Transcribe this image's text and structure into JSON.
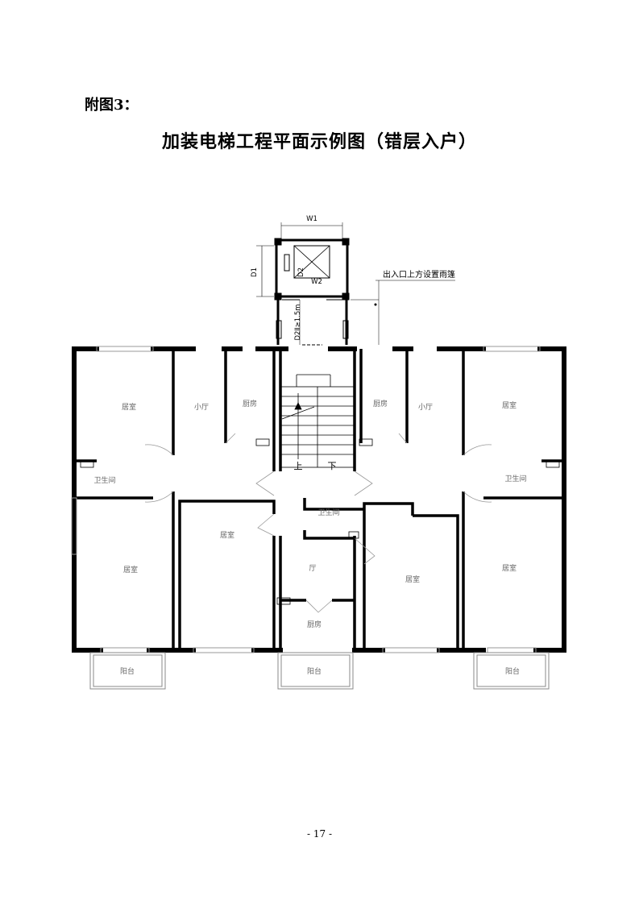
{
  "appendix_label": "附图3：",
  "title": "加装电梯工程平面示例图（错层入户）",
  "page_number": "- 17 -",
  "elevator": {
    "dim_w1": "W1",
    "dim_w2": "W2",
    "dim_d1": "D1",
    "dim_d2": "D2",
    "dim_depth": "D2Ⅱ≥1.5m",
    "canopy_note": "出入口上方设置雨篷"
  },
  "stair": {
    "up": "上",
    "down": "下"
  },
  "rooms": {
    "bedroom": "居室",
    "small_hall": "小厅",
    "kitchen": "厨房",
    "bathroom": "卫生间",
    "hall": "厅",
    "balcony": "阳台"
  }
}
